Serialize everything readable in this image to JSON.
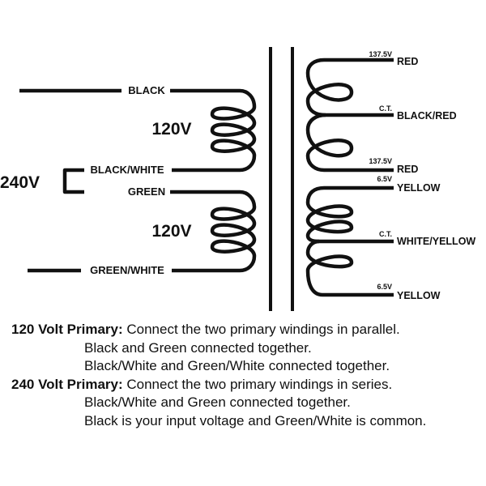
{
  "diagram": {
    "primary": {
      "wire_labels": [
        "BLACK",
        "BLACK/WHITE",
        "GREEN",
        "GREEN/WHITE"
      ],
      "winding_voltage_top": "120V",
      "winding_voltage_bottom": "120V",
      "series_voltage": "240V"
    },
    "secondary": {
      "upper": [
        {
          "voltage": "137.5V",
          "color": "RED"
        },
        {
          "voltage": "C.T.",
          "color": "BLACK/RED"
        },
        {
          "voltage": "137.5V",
          "color": "RED"
        }
      ],
      "lower": [
        {
          "voltage": "6.5V",
          "color": "YELLOW"
        },
        {
          "voltage": "C.T.",
          "color": "WHITE/YELLOW"
        },
        {
          "voltage": "6.5V",
          "color": "YELLOW"
        }
      ]
    }
  },
  "notes": {
    "p120": {
      "heading": "120 Volt Primary:",
      "text": " Connect the two primary windings in parallel.",
      "lines": [
        "Black and Green connected together.",
        "Black/White and Green/White connected together."
      ]
    },
    "p240": {
      "heading": "240 Volt Primary:",
      "text": " Connect the two primary windings in series.",
      "lines": [
        "Black/White and Green connected together.",
        "Black is your input voltage and Green/White is common."
      ]
    }
  }
}
